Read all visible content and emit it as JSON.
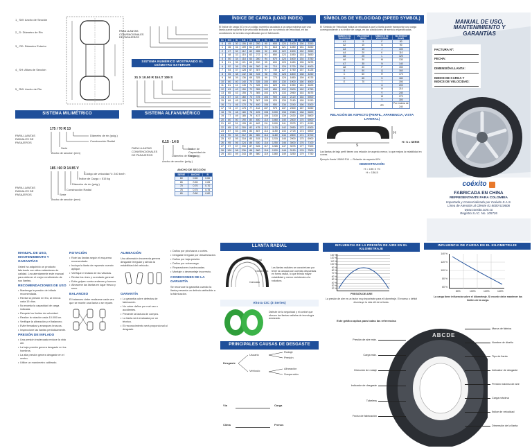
{
  "colors": {
    "brand_blue": "#1f4f9a",
    "light_blue": "#e9f0fb",
    "orange": "#e8792b"
  },
  "cover": {
    "title_lines": [
      "MANUAL DE USO,",
      "MANTENIMIENTO Y",
      "GARANTÍAS"
    ],
    "form_fields": [
      "FACTURA Nº:",
      "FECHA:",
      "DIMENSIÓN LLANTA:",
      "INDICE DE CARGA Y",
      "INDICE DE VELOCIDAD:"
    ],
    "brand": "coéxito",
    "made_in": "FABRICADA EN CHINA",
    "rep": "REPRESENTANTE PARA COLOMBIA",
    "importer": "Importada y Comercializada por Coéxito S.A.S.",
    "phone": "Línea de Atención al Cliente 01 8000 510606",
    "web": "www.coexito.com.co",
    "registry": "Registro S.I.C. No. 105726"
  },
  "sections": {
    "milimetrico": "SISTEMA MILIMÉTRICO",
    "alfanumerico": "SISTEMA ALFANUMÉRICO",
    "diametro_exterior": "SISTEMA NUMÉRICO MOSTRANDO EL DIÁMETRO EXTERIOR",
    "indice_carga": "ÍNDICE DE CARGA (LOAD INDEX)",
    "simbolos_velocidad": "SÍMBOLOS DE VELOCIDAD (SPEED SYMBOL)",
    "relacion_aspecto": "RELACIÓN DE ASPECTO (PERFIL, APARIENCIA, VISTA LATERAL)",
    "llanta_radial": "LLANTA RADIAL",
    "presion_aire": "INFLUENCIA DE LA PRESIÓN DE AIRE EN EL KILOMETRAJE",
    "carga_km": "INFLUENCIA DE CARGA EN EL KILOMETRAJE",
    "causas_desgaste": "PRINCIPALES CAUSAS DE DESGASTE",
    "radial_ad": "Ahora CIC (3 Series)"
  },
  "tire_dims": {
    "labels": [
      "1_ SW: Ancho de Sección",
      "2_ D: Diámetro de Rin",
      "3_ OD: Diámetro Exterior",
      "4_ SH: Altura de Sección",
      "5_ RW: Ancho de Rin"
    ],
    "milim_code": "175 / 70 R 13",
    "milim_parts": [
      "Diámetro de rin (pulg.)",
      "Construcción Radial",
      "Serie",
      "Ancho de sección (mm)"
    ],
    "milim_code2": "185 / 60 R 14 85 V",
    "milim_parts2": [
      "Código de velocidad V: 240 km/h",
      "Índice de Carga = 515 kg",
      "Diámetro de rin (pulg.)",
      "Construcción Radial",
      "Serie",
      "Ancho de sección (mm)"
    ],
    "alfa_code": "6.15 - 14 8",
    "alfa_parts": [
      "Índice de Capacidad de Carga",
      "Diámetro de Rin (pulg.)",
      "Ancho de sección (pulg.)"
    ],
    "diam_code": "31 X 10.50 R 15 LT 109 S",
    "side_label": "PARA LLANTAS CONVENCIONALES DE PASAJEROS",
    "side_label2": "PARA LLANTAS RADIALES DE PASAJEROS",
    "serie_title": "ANCHO DE SECCIÓN",
    "serie_headers": [
      "SERIE",
      "ANCHO",
      "R"
    ],
    "serie_rows": [
      [
        "60",
        "0.60",
        "0.60"
      ],
      [
        "65",
        "0.65",
        "0.65"
      ],
      [
        "70",
        "0.70",
        "0.70"
      ],
      [
        "75",
        "0.75",
        "0.75"
      ],
      [
        "80",
        "0.80",
        "0.80"
      ]
    ]
  },
  "load_index": {
    "intro": "El Índice de carga (IC) es un código numérico asociado a la carga máxima que una llanta puede soportar a la velocidad indicada por su símbolo de velocidad, en las condiciones de servicio especificadas por el fabricante.",
    "headers": [
      "IC",
      "KG",
      "IC",
      "KG",
      "IC",
      "KG",
      "IC",
      "KG",
      "IC",
      "KG",
      "IC",
      "KG"
    ],
    "rows": [
      [
        "0",
        "45",
        "30",
        "106",
        "60",
        "250",
        "90",
        "600",
        "120",
        "1400",
        "150",
        "3350"
      ],
      [
        "1",
        "46",
        "31",
        "109",
        "61",
        "257",
        "91",
        "615",
        "121",
        "1450",
        "151",
        "3450"
      ],
      [
        "2",
        "47",
        "32",
        "112",
        "62",
        "265",
        "92",
        "630",
        "122",
        "1500",
        "152",
        "3550"
      ],
      [
        "3",
        "48",
        "33",
        "115",
        "63",
        "272",
        "93",
        "650",
        "123",
        "1550",
        "153",
        "3650"
      ],
      [
        "4",
        "50",
        "34",
        "118",
        "64",
        "280",
        "94",
        "670",
        "124",
        "1600",
        "154",
        "3750"
      ],
      [
        "5",
        "51",
        "35",
        "121",
        "65",
        "290",
        "95",
        "690",
        "125",
        "1650",
        "155",
        "3875"
      ],
      [
        "6",
        "52",
        "36",
        "125",
        "66",
        "300",
        "96",
        "710",
        "126",
        "1700",
        "156",
        "4000"
      ],
      [
        "7",
        "54",
        "37",
        "128",
        "67",
        "307",
        "97",
        "730",
        "127",
        "1750",
        "157",
        "4125"
      ],
      [
        "8",
        "55",
        "38",
        "132",
        "68",
        "315",
        "98",
        "750",
        "128",
        "1800",
        "158",
        "4250"
      ],
      [
        "9",
        "58",
        "39",
        "136",
        "69",
        "325",
        "99",
        "775",
        "129",
        "1850",
        "159",
        "4375"
      ],
      [
        "10",
        "60",
        "40",
        "140",
        "70",
        "335",
        "100",
        "800",
        "130",
        "1900",
        "160",
        "4500"
      ],
      [
        "11",
        "61",
        "41",
        "145",
        "71",
        "345",
        "101",
        "825",
        "131",
        "1950",
        "161",
        "4625"
      ],
      [
        "12",
        "63",
        "42",
        "150",
        "72",
        "355",
        "102",
        "850",
        "132",
        "2000",
        "162",
        "4750"
      ],
      [
        "13",
        "65",
        "43",
        "155",
        "73",
        "365",
        "103",
        "875",
        "133",
        "2060",
        "163",
        "4875"
      ],
      [
        "14",
        "67",
        "44",
        "160",
        "74",
        "375",
        "104",
        "900",
        "134",
        "2120",
        "164",
        "5000"
      ],
      [
        "15",
        "69",
        "45",
        "165",
        "75",
        "387",
        "105",
        "925",
        "135",
        "2180",
        "165",
        "5150"
      ],
      [
        "16",
        "71",
        "46",
        "170",
        "76",
        "400",
        "106",
        "950",
        "136",
        "2240",
        "166",
        "5300"
      ],
      [
        "17",
        "73",
        "47",
        "175",
        "77",
        "412",
        "107",
        "975",
        "137",
        "2300",
        "167",
        "5450"
      ],
      [
        "18",
        "75",
        "48",
        "180",
        "78",
        "425",
        "108",
        "1000",
        "138",
        "2360",
        "168",
        "5600"
      ],
      [
        "19",
        "77",
        "49",
        "185",
        "79",
        "437",
        "109",
        "1030",
        "139",
        "2430",
        "169",
        "5800"
      ],
      [
        "20",
        "80",
        "50",
        "190",
        "80",
        "450",
        "110",
        "1060",
        "140",
        "2500",
        "170",
        "6000"
      ],
      [
        "21",
        "82",
        "51",
        "195",
        "81",
        "462",
        "111",
        "1090",
        "141",
        "2575",
        "171",
        "6150"
      ],
      [
        "22",
        "85",
        "52",
        "200",
        "82",
        "475",
        "112",
        "1120",
        "142",
        "2650",
        "172",
        "6300"
      ],
      [
        "23",
        "87",
        "53",
        "206",
        "83",
        "487",
        "113",
        "1150",
        "143",
        "2725",
        "173",
        "6500"
      ],
      [
        "24",
        "90",
        "54",
        "212",
        "84",
        "500",
        "114",
        "1180",
        "144",
        "2800",
        "174",
        "6700"
      ],
      [
        "25",
        "92",
        "55",
        "218",
        "85",
        "515",
        "115",
        "1215",
        "145",
        "2900",
        "175",
        "6900"
      ],
      [
        "26",
        "95",
        "56",
        "224",
        "86",
        "530",
        "116",
        "1250",
        "146",
        "3000",
        "176",
        "7100"
      ],
      [
        "27",
        "97",
        "57",
        "230",
        "87",
        "545",
        "117",
        "1285",
        "147",
        "3075",
        "177",
        "7300"
      ],
      [
        "28",
        "100",
        "58",
        "236",
        "88",
        "560",
        "118",
        "1320",
        "148",
        "3150",
        "178",
        "7500"
      ],
      [
        "29",
        "103",
        "59",
        "243",
        "89",
        "580",
        "119",
        "1360",
        "149",
        "3250",
        "179",
        "7750"
      ]
    ]
  },
  "speed": {
    "intro": "El Símbolo de Velocidad indica la velocidad a que la llanta puede transportar una carga correspondiente a su índice de carga, en las condiciones de servicio especificadas.",
    "headers": [
      "SÍMBOLO DE VELOCIDAD",
      "VELOCIDAD (km/h)",
      "SÍMBOLO DE VELOCIDAD",
      "VELOCIDAD (km/h)"
    ],
    "rows": [
      [
        "A1",
        "5",
        "F",
        "80"
      ],
      [
        "A2",
        "10",
        "G",
        "90"
      ],
      [
        "A3",
        "15",
        "J",
        "100"
      ],
      [
        "A4",
        "20",
        "K",
        "110"
      ],
      [
        "A5",
        "25",
        "L",
        "120"
      ],
      [
        "A6",
        "30",
        "M",
        "130"
      ],
      [
        "A7",
        "35",
        "N",
        "140"
      ],
      [
        "A8",
        "40",
        "P",
        "150"
      ],
      [
        "B",
        "50",
        "Q",
        "160"
      ],
      [
        "C",
        "60",
        "R",
        "170"
      ],
      [
        "D",
        "65",
        "S",
        "180"
      ],
      [
        "E",
        "70",
        "T",
        "190"
      ],
      [
        "",
        "",
        "U",
        "200"
      ],
      [
        "",
        "",
        "H",
        "210"
      ],
      [
        "",
        "",
        "V",
        "240"
      ],
      [
        "",
        "",
        "W",
        "270"
      ],
      [
        "",
        "",
        "Y",
        "300"
      ],
      [
        "",
        "",
        "ZR",
        "Por encima de 240"
      ]
    ],
    "aspect_formula": "H / S = SERIE",
    "aspect_note": "Las llantas de bajo perfil tienen una relación de aspecto menor, lo que mejora la estabilidad en curvas.",
    "example": "Ejemplo: llanta 195/60 R14 — Relación de aspecto 60%",
    "demo_title": "DEMOSTRACIÓN",
    "demo_line1": "H = 195 X 70",
    "demo_line2": "H = 136,5"
  },
  "body_text": {
    "col1_title": "MANUAL DE USO, MANTENIMIENTO Y GARANTÍAS",
    "col1_p1": "Usted ha adquirido un producto fabricado con altos estándares de calidad. Lea atentamente este manual para obtener el mejor rendimiento de sus llantas.",
    "col1_sub1": "RECOMENDACIONES DE USO",
    "col1_items": [
      "Mantenga la presión de inflado recomendada.",
      "Revise la presión en frío, al menos cada 15 días.",
      "No exceda la capacidad de carga indicada.",
      "Respete los límites de velocidad.",
      "Realice la rotación cada 10.000 km.",
      "Verifique la alineación y el balanceo.",
      "Evite frenadas y arranques bruscos.",
      "Inspeccione las llantas periódicamente."
    ],
    "col1_sub2": "PRESIÓN DE INFLADO",
    "col1_items2": [
      "Una presión inadecuada reduce la vida útil.",
      "La baja presión genera desgaste en los hombros.",
      "La alta presión genera desgaste en el centro.",
      "Utilice un manómetro calibrado."
    ],
    "col2_title": "ROTACIÓN",
    "col2_items": [
      "Rote las llantas según el esquema recomendado.",
      "Incluya la llanta de repuesto cuando aplique.",
      "Verifique el estado de las válvulas.",
      "Revise los rines y su estado general.",
      "Evite golpes contra andenes y huecos.",
      "Almacene las llantas en lugar fresco y seco."
    ],
    "col2_sub": "BALANCEO",
    "col2_p": "El balanceo debe realizarse cada vez que se monte una llanta o se repare.",
    "col3_title": "ALINEACIÓN",
    "col3_p": "Una alineación incorrecta genera desgaste irregular y afecta la estabilidad del vehículo.",
    "col3_sub": "GARANTÍA",
    "col3_items": [
      "La garantía cubre defectos de fabricación.",
      "No cubre daños por mal uso o accidentes.",
      "Presente la factura de compra.",
      "La llanta será evaluada por un técnico.",
      "El reconocimiento será proporcional al desgaste."
    ],
    "col4_items": [
      "Daños por pinchazos o cortes.",
      "Desgaste irregular por desalineación.",
      "Daños por baja presión.",
      "Daños por sobrecarga.",
      "Reparaciones inadecuadas.",
      "Montaje o desmontaje incorrecto."
    ],
    "col4_sub": "CONDICIONES DE LA GARANTÍA",
    "col4_p": "Se reconoce la garantía cuando la llanta presenta un defecto atribuible a la fabricación."
  },
  "radial": {
    "labels": [
      "Lateral",
      "Cinturones",
      "Carcasa"
    ],
    "desc": "Las llantas radiales se caracterizan por tener la carcasa con cuerdas dispuestas en forma radial, lo que brinda mayor estabilidad y menor resistencia a la rodadura.",
    "ad_desc": "Disfrute de la seguridad y el confort que ofrecen las llantas radiales de tecnología avanzada."
  },
  "causes": {
    "center": "Desgaste",
    "branches": [
      "Usuario",
      "Vehículo",
      "Vía",
      "Clima"
    ],
    "sub_left": [
      "Rodaje",
      "Presión",
      "Carga"
    ],
    "sub_right": [
      "Alineación",
      "Suspensión",
      "Frenos"
    ]
  },
  "pressure_chart": {
    "xlabel": "PRESIÓN DE AIRE",
    "note": "La presión de aire es un factor muy importante para el kilometraje. El exceso o déficit disminuye la vida útil de la llanta.",
    "rows": [
      "130 %",
      "120 %",
      "110 %",
      "100 %",
      "90 %",
      "80 %",
      "70 %",
      "60 %",
      "50 %",
      "40 %",
      "30 %",
      "20 %"
    ]
  },
  "load_chart": {
    "yticks": [
      "140 %",
      "120 %",
      "100 %",
      "80 %",
      "60 %"
    ],
    "xticks": [
      "80%",
      "100%",
      "120%",
      "140%"
    ],
    "note": "La carga tiene influencia sobre el kilometraje. Si excede debe mantener las límites de la carga."
  },
  "sidewall": {
    "title": "Este gráfico aplica para todas las referencias",
    "brand_text": "ABCDE",
    "left_labels": [
      "Presión de aire máx.",
      "Carga máx.",
      "Dirección de rodaje",
      "Indicador de desgaste",
      "Tubeless",
      "Fecha de fabricación"
    ],
    "right_labels": [
      "Marca de fábrica",
      "Nombre de diseño",
      "Tipo de llanta",
      "Indicador de desgaste",
      "Presión máxima de aire",
      "Carga máxima",
      "Índice de velocidad",
      "Dimensión de la llanta"
    ]
  }
}
